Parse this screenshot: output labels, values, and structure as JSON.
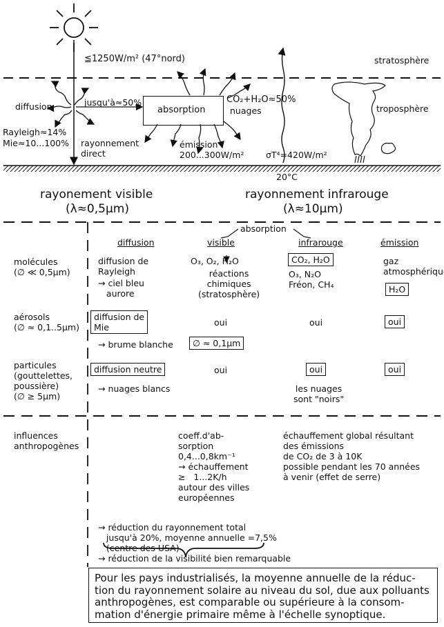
{
  "atmo": {
    "irradiance": "≦1250W/m² (47°nord)",
    "stratosphere": "stratosphère",
    "troposphere": "troposphère",
    "diffusion": "diffusion",
    "jusqua": "jusqu'à≈50%",
    "absorption": "absorption",
    "co2": "CO₂+H₂O≈50%",
    "nuages": "nuages",
    "rayleigh": "Rayleigh≈14%",
    "mie": "Mie≈10...100%",
    "rayonnement_direct": "rayonnement\ndirect",
    "emission": "émission\n200...300W/m²",
    "sigma": "σT⁴=420W/m²",
    "temp": "20°C"
  },
  "bands": {
    "visible_title": "rayonement visible",
    "visible_lambda": "(λ≈0,5μm)",
    "ir_title": "rayonnement infrarouge",
    "ir_lambda": "(λ≈10μm)"
  },
  "table": {
    "absorption_label": "absorption",
    "headers": {
      "diffusion": "diffusion",
      "visible": "visible",
      "infrarouge": "infrarouge",
      "emission": "émission"
    },
    "molecules": {
      "label": "molécules\n(∅ ≪ 0,5μm)",
      "diffusion": "diffusion de\nRayleigh",
      "diffusion_sub": "→ ciel bleu\n   aurore",
      "visible": "O₃, O₂, H₂O",
      "visible_sub": "réactions\nchimiques\n(stratosphère)",
      "ir_box": "CO₂, H₂O",
      "ir_more": "O₃, N₂O\nFréon, CH₄",
      "emission": "gaz\natmosphérique",
      "emission_box": "H₂O"
    },
    "aerosols": {
      "label": "aérosols\n(∅ ≈ 0,1..5μm)",
      "diffusion_box": "diffusion de\nMie",
      "diffusion_sub": "→ brume blanche",
      "visible": "oui",
      "visible_box": "∅ ≈ 0,1μm",
      "ir": "oui",
      "emission_box": "oui"
    },
    "particules": {
      "label": "particules\n(gouttelettes,\npoussière)\n(∅ ≥ 5μm)",
      "diffusion_box": "diffusion neutre",
      "diffusion_sub": "→ nuages blancs",
      "visible": "oui",
      "ir_box": "oui",
      "ir_sub": "les nuages\nsont \"noirs\"",
      "emission_box": "oui"
    },
    "influences": {
      "label": "influences\nanthropogènes",
      "visible": "coeff.d'ab-\nsorption\n0,4...0,8km⁻¹\n→ échauffement\n≥   1...2K/h\nautour des villes\neuropéennes",
      "ir": "échauffement global résultant\ndes émissions\nde CO₂ de 3 à 10K\npossible pendant les 70 années\nà venir (effet de serre)",
      "reduction": "→ réduction du rayonnement total\n   jusqu'à 20%, moyenne annuelle =7,5%\n   (centre des USA)\n→ réduction de la visibilité bien remarquable"
    }
  },
  "note": "Pour les pays industrialisés, la moyenne annuelle de la réduc-\ntion du rayonnement solaire au niveau du sol, due aux polluants\nanthropogènes, est comparable ou supérieure à la consom-\nmation d'énergie primaire même à l'échelle synoptique."
}
